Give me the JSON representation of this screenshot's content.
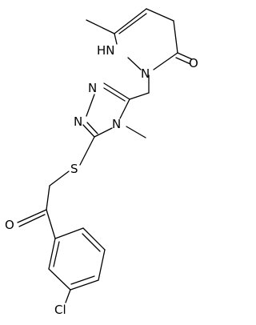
{
  "atoms": {
    "n_h": "HN",
    "o_carbonyl_ring": "O",
    "n_ring_junction": "N",
    "n_triazole_top": "N",
    "n_triazole_left": "N",
    "n_methyl": "N",
    "s_thioether": "S",
    "o_ketone": "O",
    "cl": "Cl"
  },
  "colors": {
    "bond": "#000000",
    "text": "#000000",
    "background": "#ffffff"
  }
}
